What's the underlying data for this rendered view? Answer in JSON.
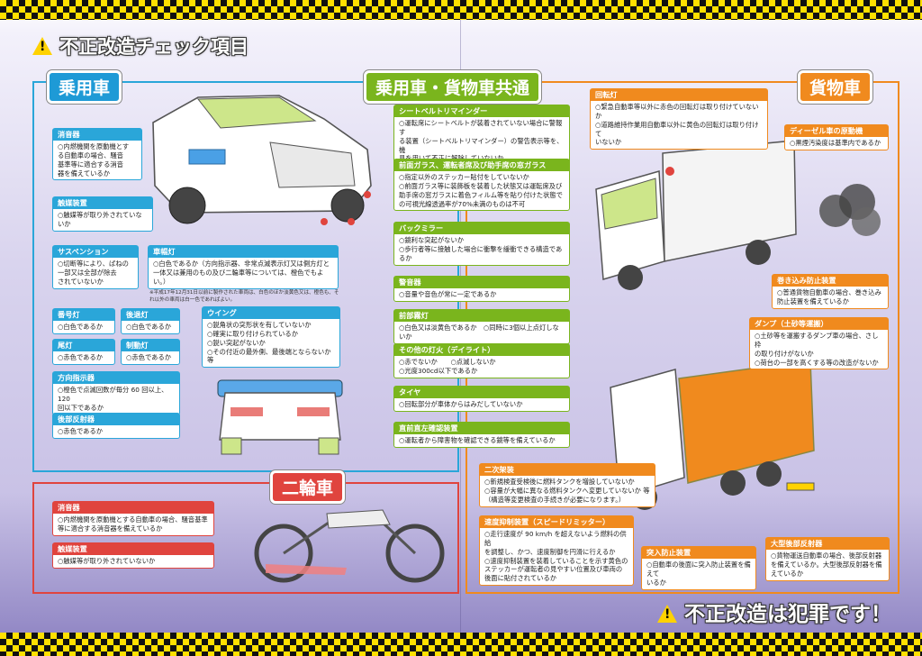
{
  "title": "不正改造チェック項目",
  "footer": "不正改造は犯罪です！",
  "sections": {
    "car": "乗用車",
    "common": "乗用車・貨物車共通",
    "truck": "貨物車",
    "moto": "二輪車"
  },
  "car": {
    "muffler": {
      "h": "消音器",
      "l": [
        "○内燃機関を原動機とす",
        "る自動車の場合、騒音",
        "基準等に適合する消音",
        "器を備えているか"
      ]
    },
    "exhaust_cover": {
      "h": "触媒装置",
      "l": [
        "○触媒等が取り外されていないか"
      ]
    },
    "suspension": {
      "h": "サスペンション",
      "l": [
        "○切断等により、ばねの",
        "一部又は全部が除去",
        "されていないか"
      ]
    },
    "width_light": {
      "h": "車幅灯",
      "l": [
        "○白色であるか（方向指示器、非常点滅表示灯又は側方灯と",
        "一体又は兼用のもの及び二輪車等については、橙色でもよい。）"
      ]
    },
    "width_note": "※平成17年12月31日以前に製作された車両は、白色のほか淡黄色又は、橙色も、それ以外の車両は白一色であればよい。",
    "plate_light": {
      "h": "番号灯",
      "l": [
        "○白色であるか"
      ]
    },
    "tail_light": {
      "h": "後退灯",
      "l": [
        "○白色であるか"
      ]
    },
    "brake_tail": {
      "h": "尾灯",
      "l": [
        "○赤色であるか"
      ]
    },
    "stop_light": {
      "h": "制動灯",
      "l": [
        "○赤色であるか"
      ]
    },
    "wing": {
      "h": "ウイング",
      "l": [
        "○鋭角状の突形状を有していないか",
        "○確実に取り付けられているか",
        "○鋭い突起がないか",
        "○その付近の最外側、最後端とならないか 等"
      ]
    },
    "turn_signal": {
      "h": "方向指示器",
      "l": [
        "○橙色で点滅回数が毎分 60 回以上、120",
        "回以下であるか"
      ]
    },
    "rear_reflector": {
      "h": "後部反射器",
      "l": [
        "○赤色であるか"
      ]
    }
  },
  "common": {
    "seatbelt": {
      "h": "シートベルトリマインダー",
      "l": [
        "○運転席にシートベルトが装着されていない場合に警報す",
        "る装置（シートベルトリマインダー）の警告表示等を、機",
        "具を用いて不正に解除していないか"
      ]
    },
    "glass": {
      "h": "前面ガラス、運転者席及び助手席の窓ガラス",
      "l": [
        "○指定以外のステッカー貼付をしていないか",
        "○前面ガラス等に装飾板を装着した状態又は運転席及び",
        "助手席の窓ガラスに着色フィルム等を貼り付けた状態で",
        "の可視光線透過率が70%未満のものは不可"
      ]
    },
    "mirror": {
      "h": "バックミラー",
      "l": [
        "○鏡利な突起がないか",
        "○歩行者等に接触した場合に衝撃を緩衝できる構造であ",
        "るか"
      ]
    },
    "horn": {
      "h": "警音器",
      "l": [
        "○音量や音色が常に一定であるか"
      ]
    },
    "fog": {
      "h": "前部霧灯",
      "l": [
        "○白色又は淡黄色であるか　○同時に3個以上点灯しないか"
      ]
    },
    "other": {
      "h": "その他の灯火（デイライト）",
      "l": [
        "○赤でないか　　○点滅しないか",
        "○光度300cd以下であるか"
      ]
    },
    "tire": {
      "h": "タイヤ",
      "l": [
        "○回転部分が車体からはみだしていないか"
      ]
    },
    "view": {
      "h": "直前直左確認装置",
      "l": [
        "○運転者から障害物を確認できる鏡等を備えているか"
      ]
    }
  },
  "truck": {
    "beacon": {
      "h": "回転灯",
      "l": [
        "○緊急自動車等以外に赤色の回転灯は取り付けていないか",
        "○道路維持作業用自動車以外に黄色の回転灯は取り付けて",
        "いないか"
      ]
    },
    "diesel": {
      "h": "ディーゼル車の原動機",
      "l": [
        "○黒煙汚染度は基準内であるか"
      ]
    },
    "roll_guard": {
      "h": "巻き込み防止装置",
      "l": [
        "○普通貨物自動車の場合、巻き込み",
        "防止装置を備えているか"
      ]
    },
    "dump": {
      "h": "ダンプ（土砂等運搬）",
      "l": [
        "○土砂等を運搬するダンプ車の場合、さし枠",
        "の取り付けがないか",
        "○荷台の一部を高くする等の改造がないか"
      ]
    },
    "subframe": {
      "h": "二次架装",
      "l": [
        "○新規検査受検後に燃料タンクを増設していないか",
        "○容量が大幅に異なる燃料タンクへ変更していないか 等",
        "（構造等変更検査の手続きが必要になります。）"
      ]
    },
    "speed_limiter": {
      "h": "速度抑制装置（スピードリミッター）",
      "l": [
        "○走行速度が 90 km/h を超えないよう燃料の供給",
        "を調整し、かつ、速度制御を円滑に行えるか",
        "○速度抑制装置を装着していることを示す黄色の",
        "ステッカーが運転者の見やすい位置及び車両の",
        "後面に貼付されているか"
      ]
    },
    "underrun": {
      "h": "突入防止装置",
      "l": [
        "○自動車の後面に突入防止装置を備えて",
        "いるか"
      ]
    },
    "large_reflector": {
      "h": "大型後部反射器",
      "l": [
        "○貨物運送自動車の場合、後部反射器",
        "を備えているか。大型後部反射器を備",
        "えているか"
      ]
    }
  },
  "moto": {
    "muffler": {
      "h": "消音器",
      "l": [
        "○内燃機関を原動機とする自動車の場合、騒音基準",
        "等に適合する消音器を備えているか"
      ]
    },
    "exhaust_cover": {
      "h": "触媒装置",
      "l": [
        "○触媒等が取り外されていないか"
      ]
    }
  }
}
